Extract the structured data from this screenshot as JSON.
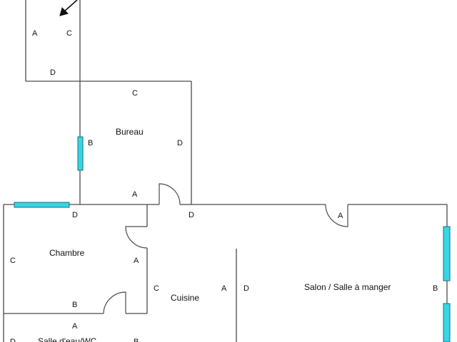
{
  "colors": {
    "wall": "#4a4a4a",
    "window_fill": "#35d6e6",
    "window_stroke": "#1a6f7a",
    "arrow": "#111111",
    "background": "#ffffff"
  },
  "entry_arrow_icon": "arrow-down-left-icon",
  "rooms": {
    "bureau": "Bureau",
    "chambre": "Chambre",
    "cuisine": "Cuisine",
    "salon": "Salon / Salle à manger",
    "salle_eau": "Salle d'eau/WC"
  },
  "wall_letters": {
    "top_room_a": "A",
    "top_room_c": "C",
    "top_room_d": "D",
    "bureau_c": "C",
    "bureau_b": "B",
    "bureau_d": "D",
    "bureau_a": "A",
    "chambre_d": "D",
    "chambre_c": "C",
    "chambre_a": "A",
    "chambre_b": "B",
    "hall_d": "D",
    "salon_a_top": "A",
    "cuisine_c": "C",
    "cuisine_a": "A",
    "salon_d": "D",
    "salon_b": "B",
    "sdb_a": "A",
    "sdb_d": "D",
    "sdb_b": "B"
  }
}
